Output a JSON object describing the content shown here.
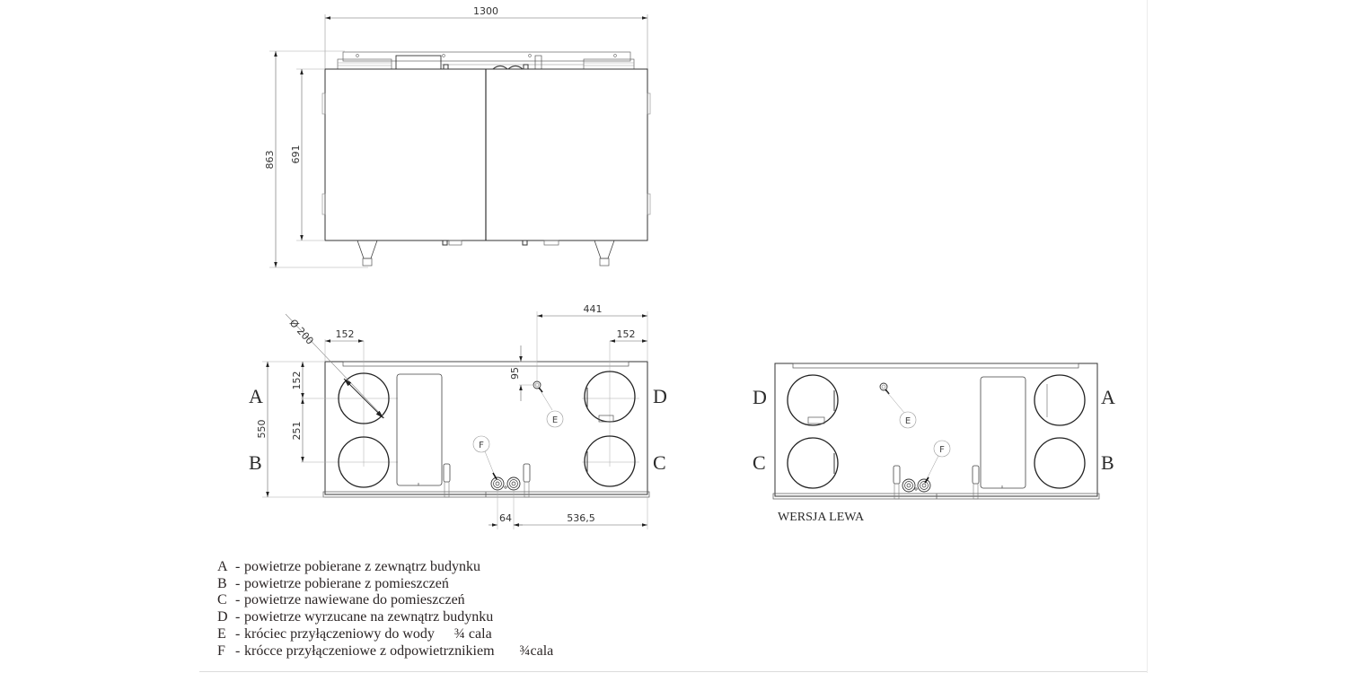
{
  "front_view": {
    "width_dim": "1300",
    "height_total_dim": "863",
    "height_body_dim": "691"
  },
  "top_view_right": {
    "diameter_label": "Ø 200",
    "offset_left_dim": "152",
    "offset_right_dim": "152",
    "offset_top_dim": "152",
    "port_spacing_dim": "251",
    "depth_dim": "550",
    "e_from_right_dim": "441",
    "e_from_top_dim": "95",
    "f_spacing_dim": "64",
    "f_from_right_dim": "536,5",
    "ports": {
      "a": "A",
      "b": "B",
      "c": "C",
      "d": "D"
    },
    "callouts": {
      "e": "E",
      "f": "F"
    }
  },
  "top_view_left": {
    "caption": "WERSJA LEWA",
    "ports": {
      "a": "A",
      "b": "B",
      "c": "C",
      "d": "D"
    },
    "callouts": {
      "e": "E",
      "f": "F"
    }
  },
  "legend": {
    "items": [
      {
        "key": "A",
        "sep": "-",
        "text": "powietrze pobierane z zewnątrz budynku",
        "size": ""
      },
      {
        "key": "B",
        "sep": "-",
        "text": "powietrze pobierane z pomieszczeń",
        "size": ""
      },
      {
        "key": "C",
        "sep": "-",
        "text": "powietrze nawiewane do pomieszczeń",
        "size": ""
      },
      {
        "key": "D",
        "sep": "-",
        "text": "powietrze wyrzucane na zewnątrz budynku",
        "size": ""
      },
      {
        "key": "E",
        "sep": "-",
        "text": "króciec przyłączeniowy do wody",
        "size": "¾ cala"
      },
      {
        "key": "F",
        "sep": "-",
        "text": "krócce przyłączeniowe z odpowietrznikiem",
        "size": "¾cala"
      }
    ]
  },
  "colors": {
    "line": "#2a2a2a",
    "thin": "#9a9a9a",
    "background": "#ffffff"
  }
}
